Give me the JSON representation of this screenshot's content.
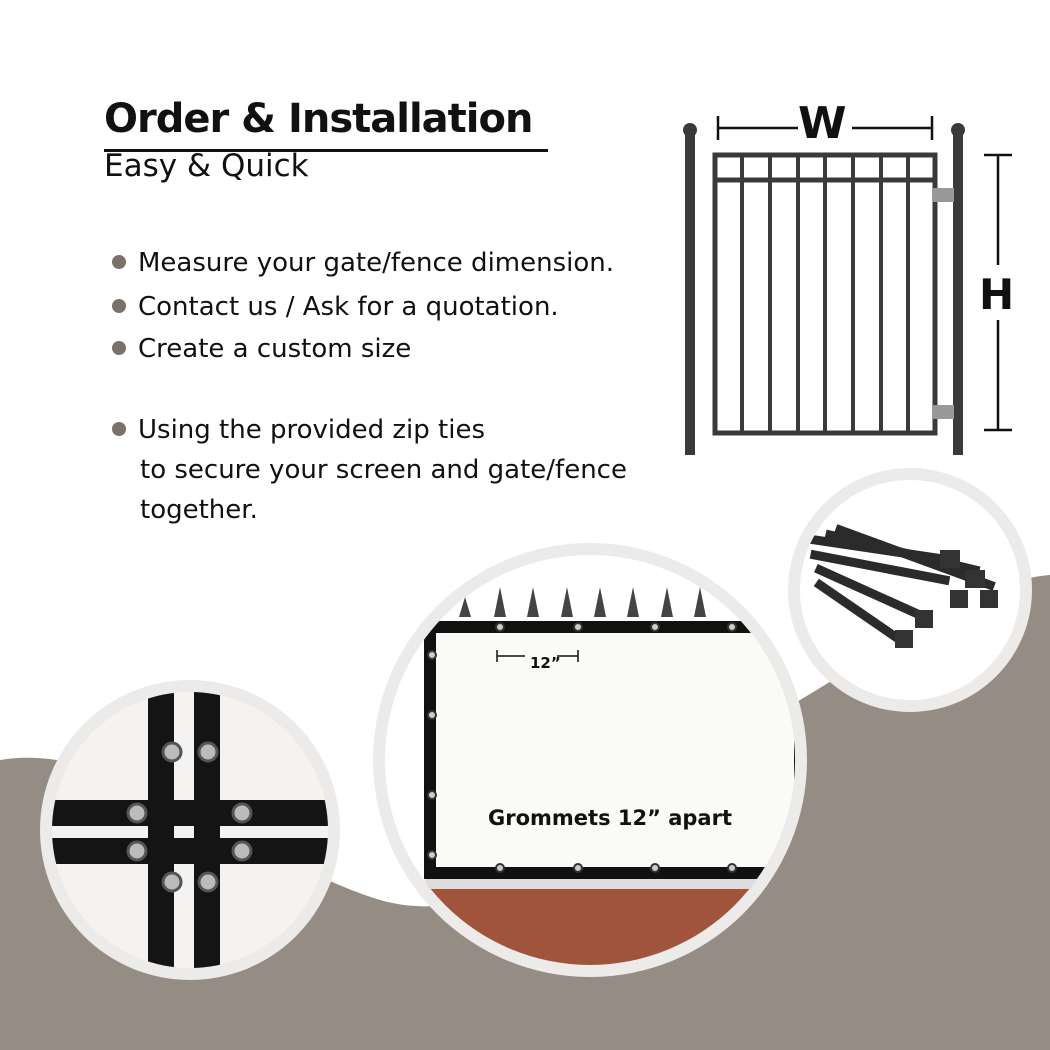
{
  "header": {
    "title": "Order & Installation",
    "subtitle": "Easy & Quick"
  },
  "steps": [
    "Measure your gate/fence dimension.",
    "Contact us / Ask for a quotation.",
    "Create a custom size",
    "Using the provided zip ties",
    "to secure your screen and gate/fence",
    "together."
  ],
  "diagram": {
    "width_label": "W",
    "height_label": "H"
  },
  "screen": {
    "spacing_label": "12”",
    "caption": "Grommets 12” apart"
  },
  "colors": {
    "wave": "#958c84",
    "bullet": "#7b7169"
  }
}
